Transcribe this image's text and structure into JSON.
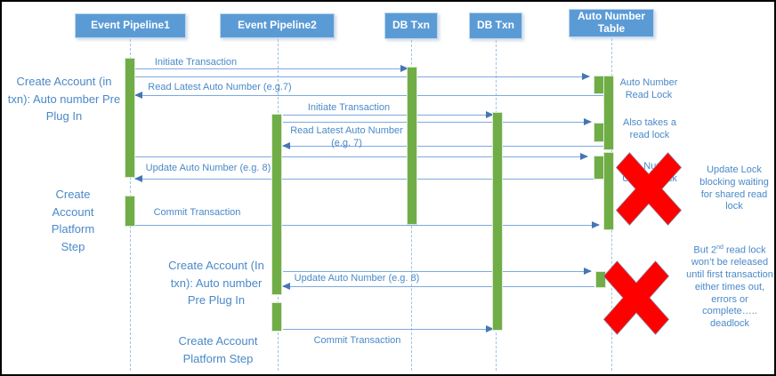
{
  "colors": {
    "header_fill": "#5B9BD5",
    "header_text": "#FFFFFF",
    "activation_fill": "#70AD47",
    "lifeline": "#9DC3E6",
    "message_line": "#7EA9DC",
    "arrowhead": "#4576B5",
    "label_text": "#4A89C8",
    "error_red": "#FF0000"
  },
  "headers": [
    {
      "label": "Event Pipeline1"
    },
    {
      "label": "Event Pipeline2"
    },
    {
      "label": "DB Txn"
    },
    {
      "label": "DB Txn"
    },
    {
      "label": "Auto Number Table"
    }
  ],
  "left_labels": [
    {
      "text": "Create Account (in txn): Auto number Pre Plug In"
    },
    {
      "text": "Create Account Platform Step"
    },
    {
      "text": "Create Account (In txn): Auto number Pre Plug In"
    },
    {
      "text": "Create Account Platform Step"
    }
  ],
  "messages": [
    {
      "label": "Initiate Transaction"
    },
    {
      "label": "Read Latest Auto Number (e.g.7)"
    },
    {
      "label": "Initiate Transaction"
    },
    {
      "label": "Read Latest Auto Number (e.g. 7)"
    },
    {
      "label": "Update Auto Number (e.g. 8)"
    },
    {
      "label": "Commit Transaction"
    },
    {
      "label": "Update Auto Number (e.g. 8)"
    },
    {
      "label": "Commit Transaction"
    }
  ],
  "annotations": [
    {
      "text": "Auto Number Read Lock"
    },
    {
      "text": "Also takes a read lock"
    },
    {
      "text": "Auto Number Update Lock"
    },
    {
      "text": "Update Lock blocking waiting for shared read lock"
    },
    {
      "prefix": "But 2",
      "sup": "nd",
      "suffix": " read lock won’t be released until first transaction either times out, errors or complete….. deadlock"
    }
  ]
}
